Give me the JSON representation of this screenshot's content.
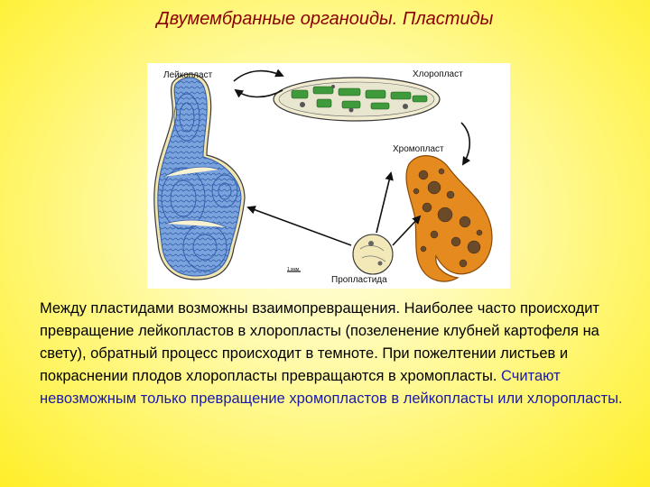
{
  "slide": {
    "title": "Двумембранные органоиды. Пластиды"
  },
  "figure": {
    "labels": {
      "leucoplast": "Лейкопласт",
      "chloroplast": "Хлоропласт",
      "chromoplast": "Хромопласт",
      "proplastid": "Пропластида",
      "scale": "1 мкм"
    },
    "colors": {
      "leucoplast": "#6f9bd8",
      "chloroplast_grana": "#3e9a3a",
      "chromoplast": "#e58a1f",
      "proplastid": "#f3e8b8"
    }
  },
  "body": {
    "text_black": "Между пластидами возможны взаимопревращения. Наиболее часто происходит превращение лейкопластов в хлоропласты (позеленение клубней картофеля на свету), обратный процесс происходит в темноте. При пожелтении листьев и покраснении плодов хлоропласты превращаются в хромопласты.",
    "text_blue": "Считают невозможным только превращение хромопластов в лейкопласты или хлоропласты."
  }
}
